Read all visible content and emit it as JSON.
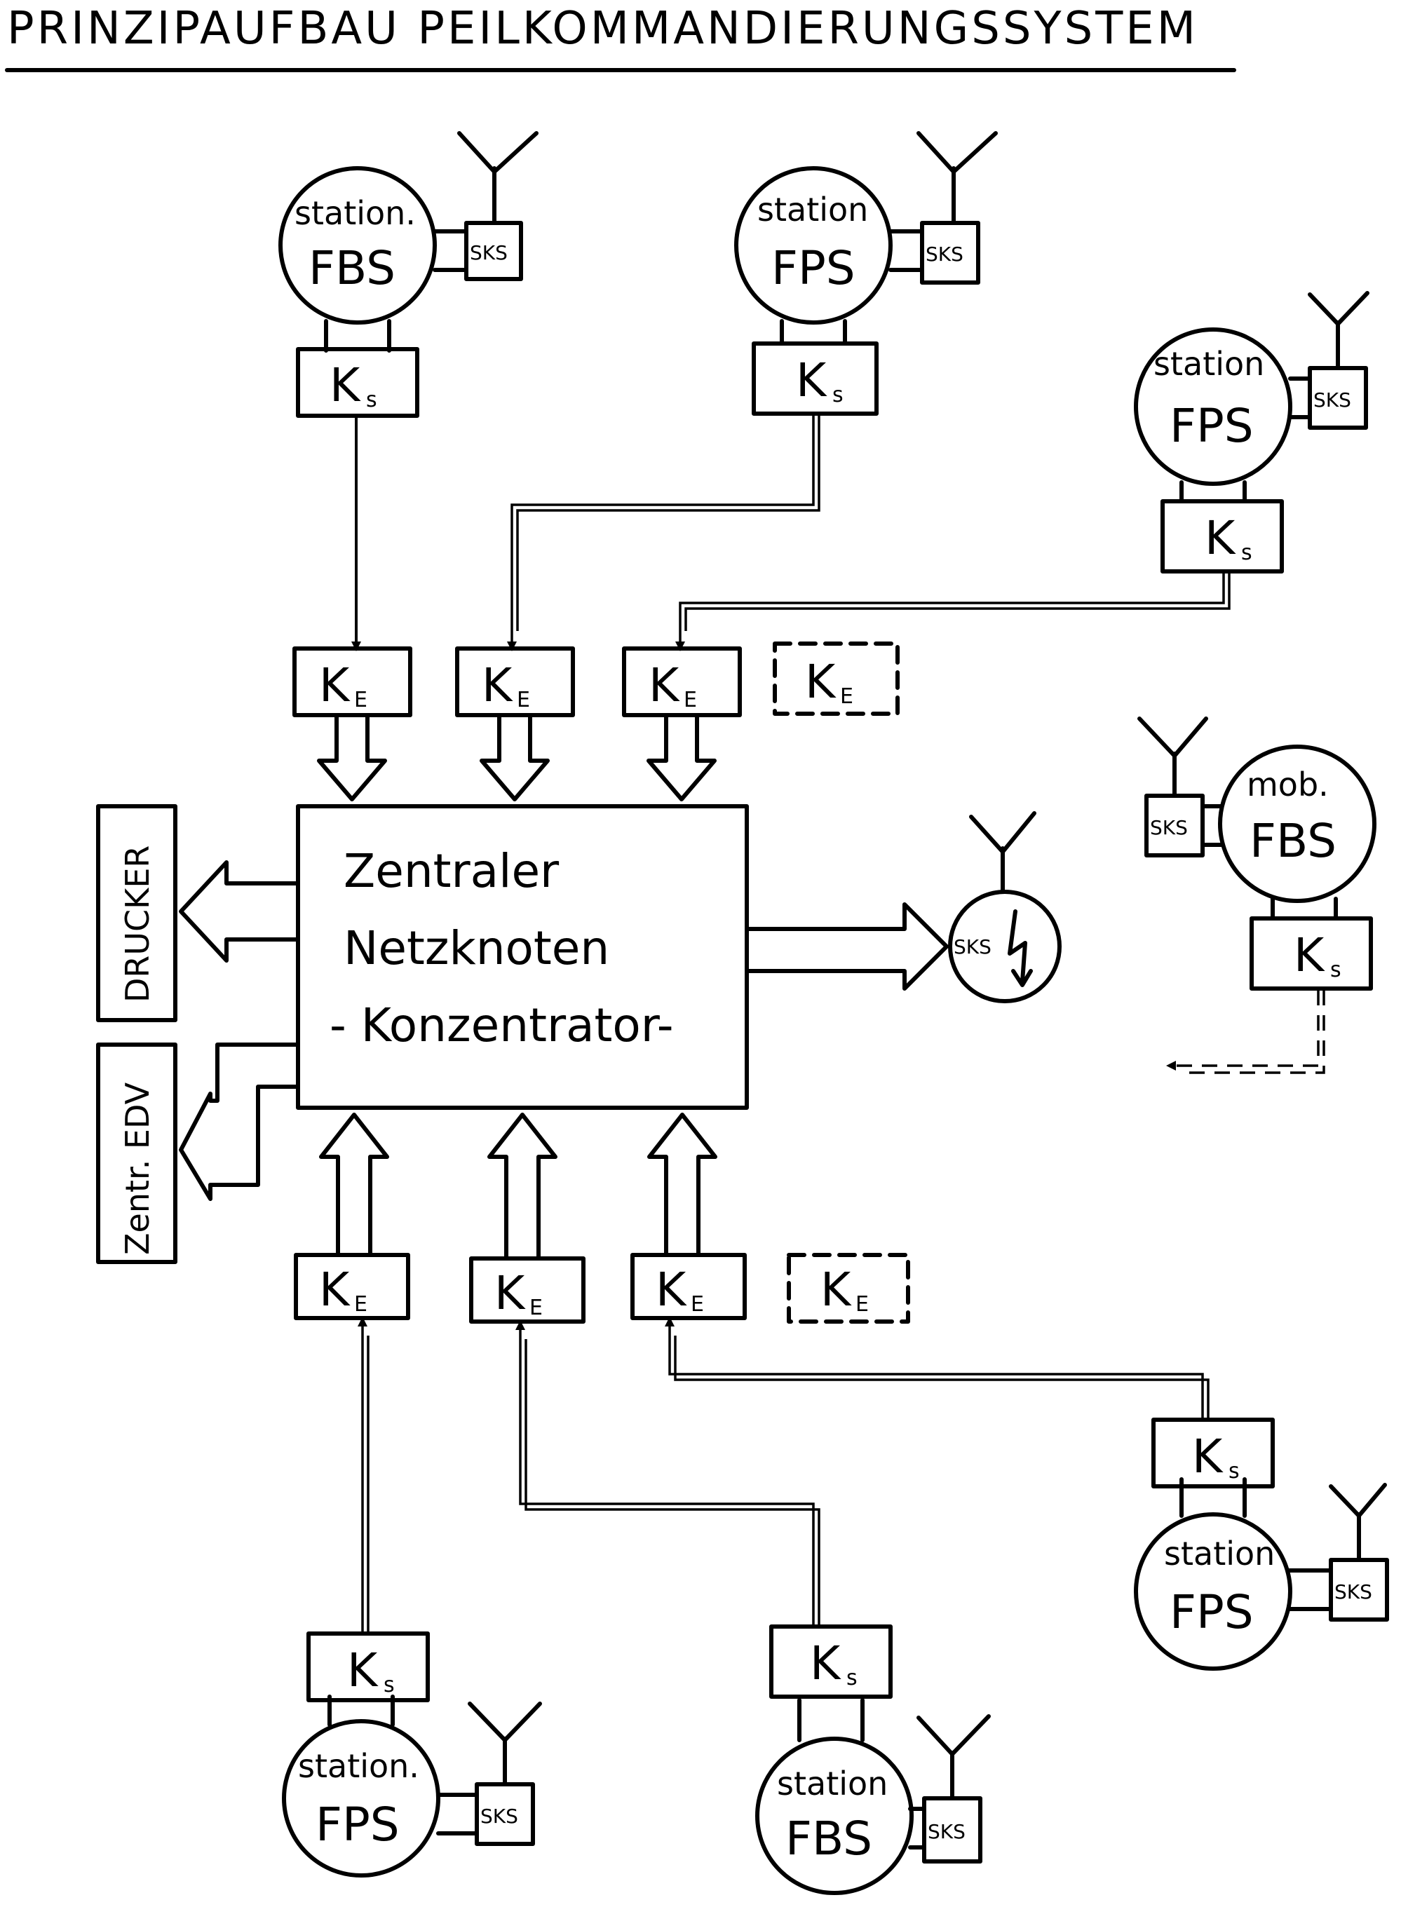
{
  "title": "PRINZIPAUFBAU   PEILKOMMANDIERUNGSSYSTEM",
  "center": {
    "line1": "Zentraler",
    "line2": "Netzknoten",
    "line3": "- Konzentrator-"
  },
  "outputs": {
    "printer": "DRUCKER",
    "edp": "Zentr. EDV",
    "radio": "SKS"
  },
  "stations": {
    "top_left": {
      "line1": "station.",
      "line2": "FBS",
      "sks": "SKS",
      "ks": "K",
      "ks_sub": "s"
    },
    "top_mid": {
      "line1": "station",
      "line2": "FPS",
      "sks": "SKS",
      "ks": "K",
      "ks_sub": "s"
    },
    "right_upper": {
      "line1": "station",
      "line2": "FPS",
      "sks": "SKS",
      "ks": "K",
      "ks_sub": "s"
    },
    "right_mobile": {
      "line1": "mob.",
      "line2": "FBS",
      "sks": "SKS",
      "ks": "K",
      "ks_sub": "s"
    },
    "right_lower": {
      "line1": "station",
      "line2": "FPS",
      "sks": "SKS",
      "ks": "K",
      "ks_sub": "s"
    },
    "bottom_left": {
      "line1": "station.",
      "line2": "FPS",
      "sks": "SKS",
      "ks": "K",
      "ks_sub": "s"
    },
    "bottom_mid": {
      "line1": "station",
      "line2": "FBS",
      "sks": "SKS",
      "ks": "K",
      "ks_sub": "s"
    }
  },
  "ke": {
    "main": "K",
    "sub": "E"
  }
}
